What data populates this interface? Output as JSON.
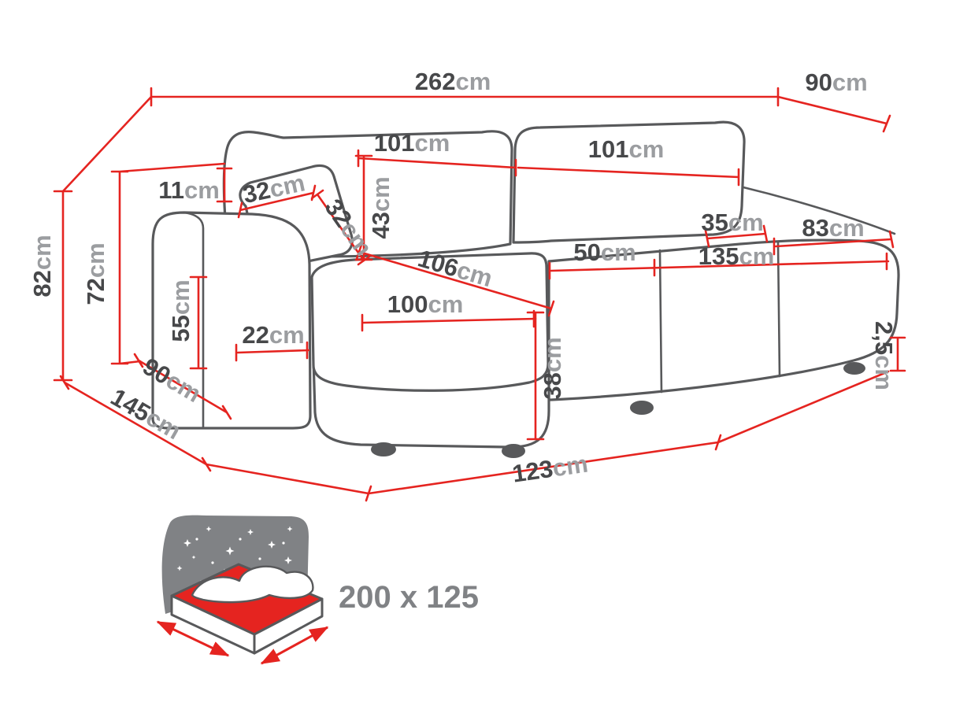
{
  "diagram": {
    "dims": {
      "total_width": {
        "value": "262",
        "unit": "cm"
      },
      "total_depth": {
        "value": "90",
        "unit": "cm"
      },
      "total_height": {
        "value": "82",
        "unit": "cm"
      },
      "backrest_height": {
        "value": "72",
        "unit": "cm"
      },
      "gap_back": {
        "value": "11",
        "unit": "cm"
      },
      "back_cushion_left": {
        "value": "101",
        "unit": "cm"
      },
      "back_cushion_right": {
        "value": "101",
        "unit": "cm"
      },
      "pillow_width": {
        "value": "32",
        "unit": "cm"
      },
      "pillow_height": {
        "value": "32",
        "unit": "cm"
      },
      "back_cushion_height": {
        "value": "43",
        "unit": "cm"
      },
      "top_shelf_depth": {
        "value": "35",
        "unit": "cm"
      },
      "right_top_width": {
        "value": "83",
        "unit": "cm"
      },
      "seat_depth_small": {
        "value": "50",
        "unit": "cm"
      },
      "seat_width_right": {
        "value": "135",
        "unit": "cm"
      },
      "chaise_diagonal": {
        "value": "106",
        "unit": "cm"
      },
      "chaise_width": {
        "value": "100",
        "unit": "cm"
      },
      "armrest_height": {
        "value": "55",
        "unit": "cm"
      },
      "armrest_width": {
        "value": "22",
        "unit": "cm"
      },
      "seat_height": {
        "value": "38",
        "unit": "cm"
      },
      "leg_height": {
        "value": "2,5",
        "unit": "cm"
      },
      "chaise_depth": {
        "value": "90",
        "unit": "cm"
      },
      "side_depth": {
        "value": "145",
        "unit": "cm"
      },
      "chaise_length": {
        "value": "123",
        "unit": "cm"
      }
    },
    "sleeping_area": {
      "label": "200 x 125"
    },
    "colors": {
      "dimension_red": "#e52420",
      "outline_gray": "#58595b",
      "number_gray": "#47484a",
      "unit_gray": "#9b9da0",
      "icon_gray": "#808285"
    }
  }
}
